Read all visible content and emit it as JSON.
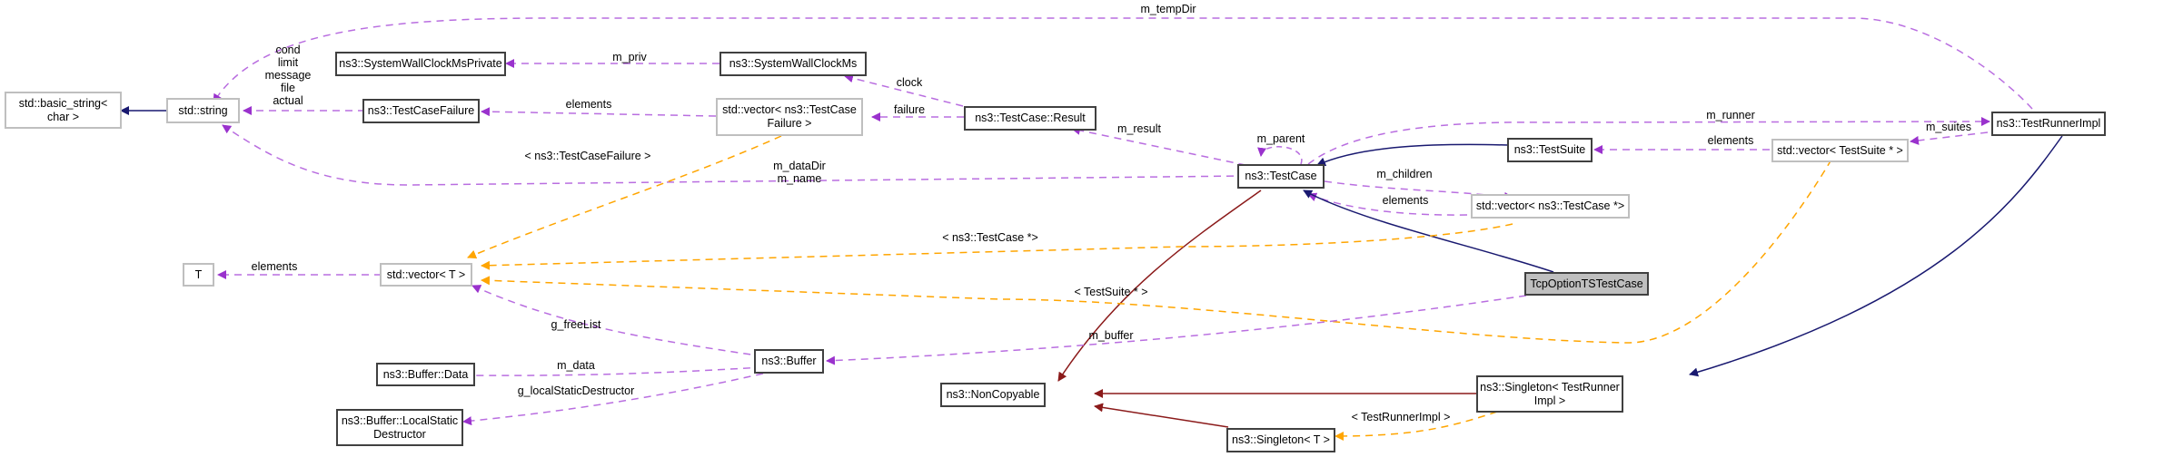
{
  "title": "TcpOptionTSTestCase collaboration diagram",
  "colors": {
    "member": "#9a32cd",
    "template": "#ffa500",
    "inherit_public": "#191970",
    "inherit_private": "#8b1a1a",
    "focus_fill": "#bfbfbf"
  },
  "nodes": {
    "basic_string": "std::basic_string<\nchar >",
    "string": "std::string",
    "wallclock_private": "ns3::SystemWallClockMsPrivate",
    "wallclock": "ns3::SystemWallClockMs",
    "testcase_failure": "ns3::TestCaseFailure",
    "vector_failure": "std::vector< ns3::TestCase\nFailure >",
    "testcase_result": "ns3::TestCase::Result",
    "testcase": "ns3::TestCase",
    "testsuite": "ns3::TestSuite",
    "vector_suite": "std::vector< TestSuite * >",
    "testrunnerimpl": "ns3::TestRunnerImpl",
    "vector_testcase": "std::vector< ns3::TestCase *>",
    "t": "T",
    "vector_t": "std::vector< T >",
    "tcpoption_tstestcase": "TcpOptionTSTestCase",
    "buffer_data": "ns3::Buffer::Data",
    "buffer": "ns3::Buffer",
    "noncopyable": "ns3::NonCopyable",
    "singleton_runner": "ns3::Singleton< TestRunner\nImpl >",
    "buffer_lsd": "ns3::Buffer::LocalStatic\nDestructor",
    "singleton_t": "ns3::Singleton< T >"
  },
  "edge_labels": {
    "m_tempDir": "m_tempDir",
    "string_fields": "cond\nlimit\nmessage\nfile\nactual",
    "m_priv": "m_priv",
    "clock": "clock",
    "failure_elements": "elements",
    "failure": "failure",
    "m_result": "m_result",
    "m_parent": "m_parent",
    "m_runner": "m_runner",
    "m_suites": "m_suites",
    "suite_elements": "elements",
    "tmpl_failure": "< ns3::TestCaseFailure >",
    "m_dataDir_name": "m_dataDir\nm_name",
    "m_children": "m_children",
    "testcase_elements": "elements",
    "tmpl_testcase": "< ns3::TestCase *>",
    "t_elements": "elements",
    "tmpl_testsuite": "< TestSuite * >",
    "g_freeList": "g_freeList",
    "m_buffer": "m_buffer",
    "m_data": "m_data",
    "g_localStaticDestructor": "g_localStaticDestructor",
    "tmpl_runner": "< TestRunnerImpl >"
  }
}
